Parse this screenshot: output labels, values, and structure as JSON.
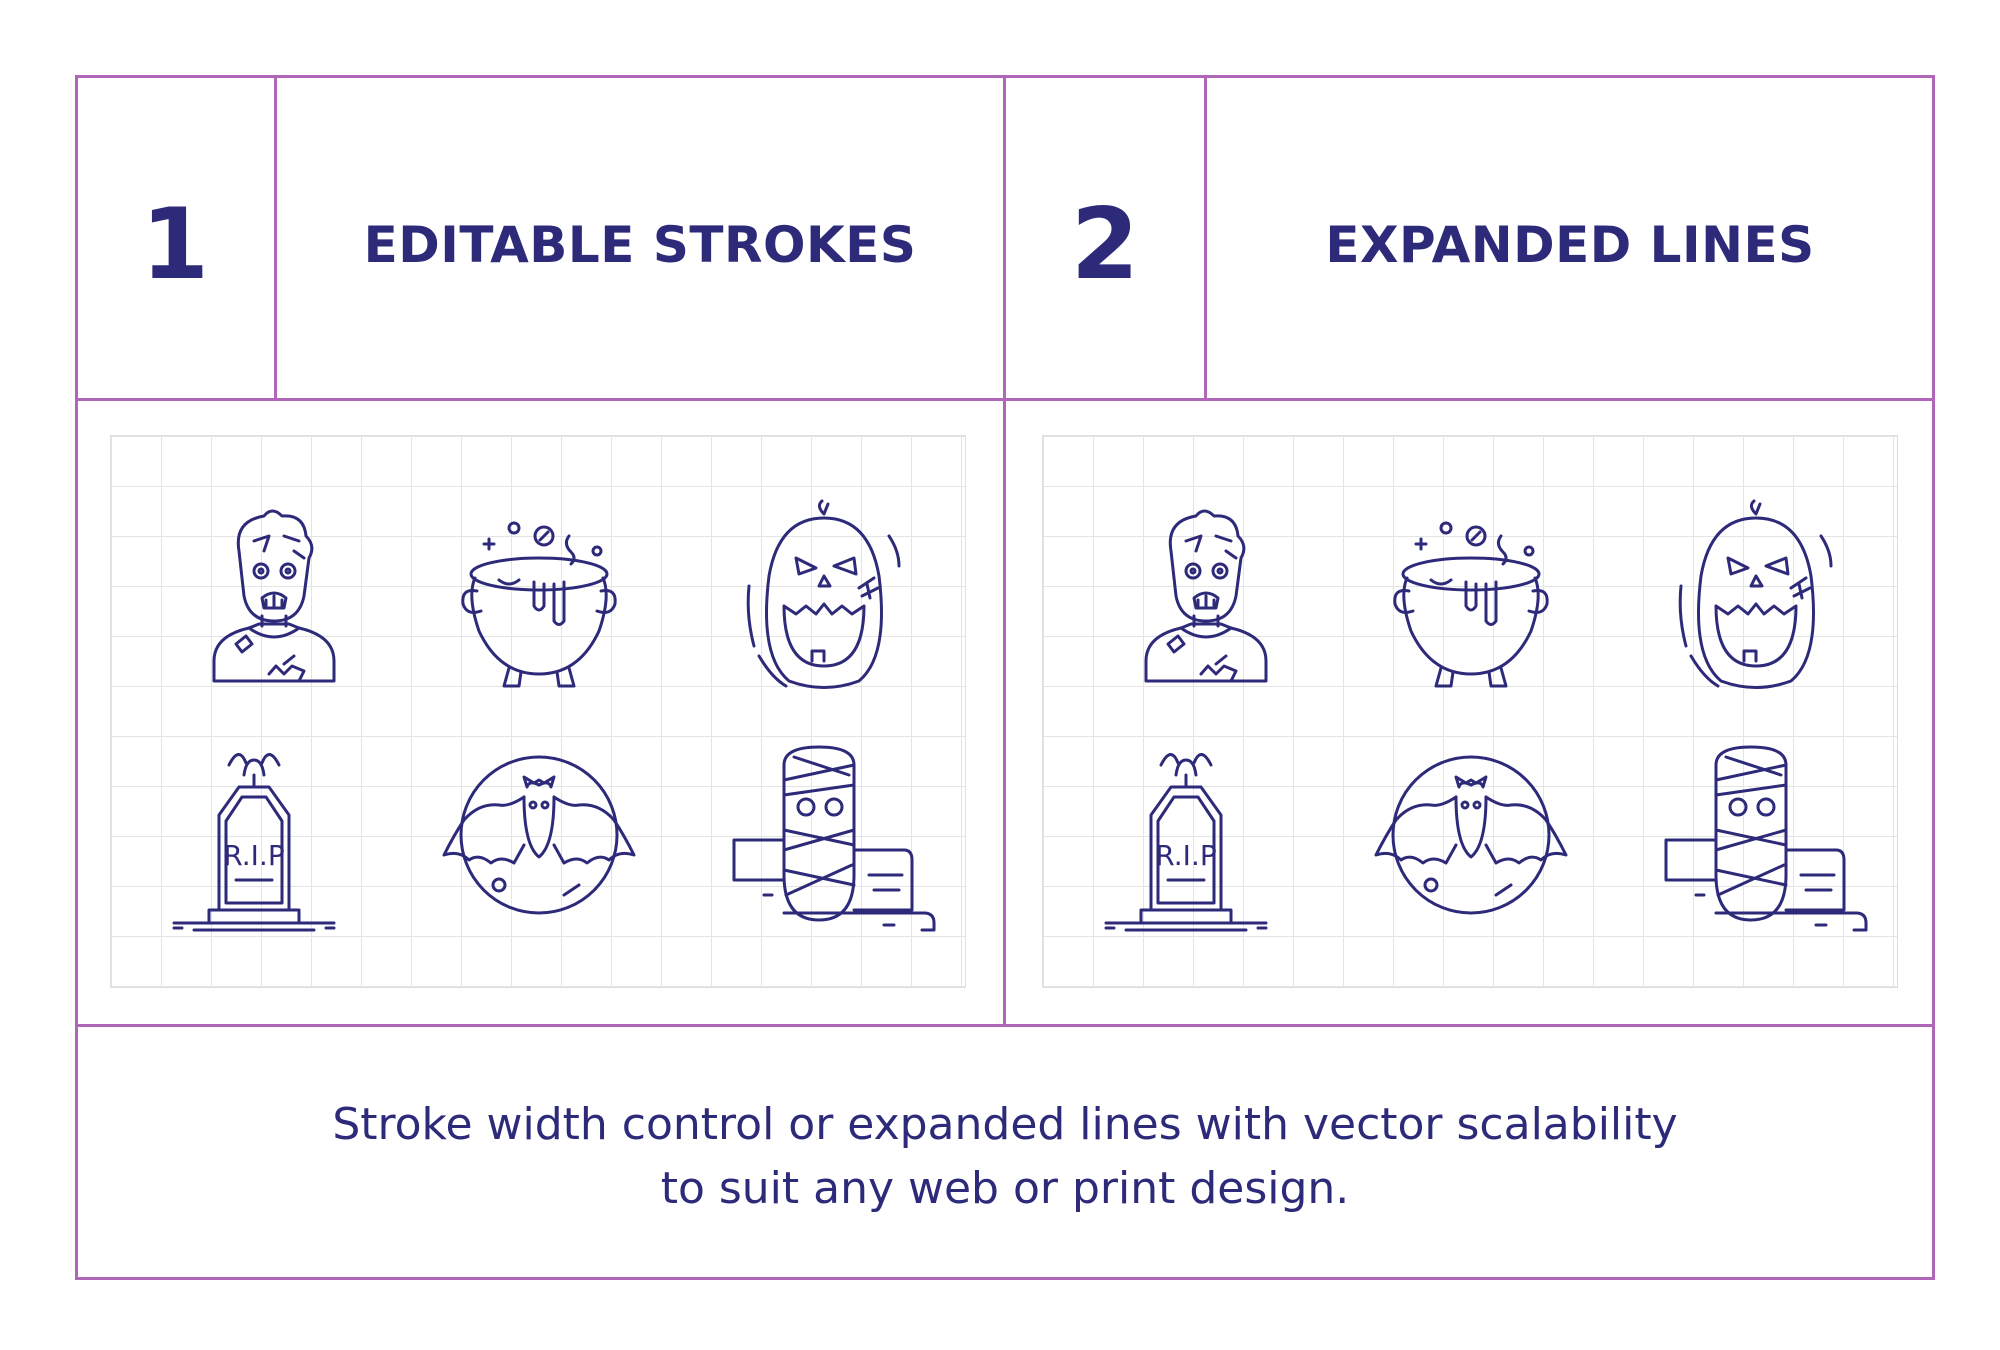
{
  "sections": [
    {
      "number": "1",
      "title": "EDITABLE STROKES"
    },
    {
      "number": "2",
      "title": "EXPANDED LINES"
    }
  ],
  "icons": [
    "zombie-icon",
    "cauldron-icon",
    "pumpkin-icon",
    "gravestone-icon",
    "bat-moon-icon",
    "mummy-icon"
  ],
  "gravestone_text": "R.I.P",
  "caption": {
    "line1": "Stroke width control or expanded lines with vector scalability",
    "line2": "to suit any web or print design."
  },
  "colors": {
    "border": "#b067ba",
    "text": "#2e2a7a",
    "grid": "#e4e4e4"
  }
}
